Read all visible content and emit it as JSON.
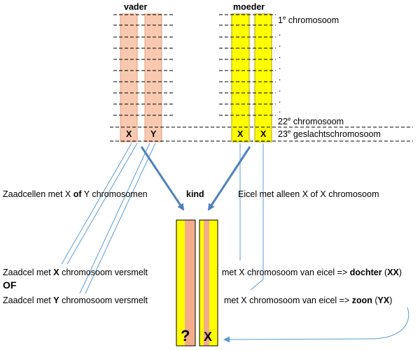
{
  "labels": {
    "father": "vader",
    "mother": "moeder",
    "child": "kind"
  },
  "chromosome_labels": {
    "first_num": "1",
    "first_sup": "e",
    "first_text": "chromosoom",
    "dot": ".",
    "c22_num": "22",
    "c22_sup": "e",
    "c22_text": "chromosoom",
    "c23_num": "23",
    "c23_sup": "e",
    "c23_text": "geslachtschromosoom"
  },
  "sex_chromosomes": {
    "father_left": "X",
    "father_right": "Y",
    "mother_left": "X",
    "mother_right": "X",
    "child_left": "?",
    "child_right": "X"
  },
  "descriptions": {
    "sperm_cells_pre": "Zaadcellen met X ",
    "sperm_cells_of": "of",
    "sperm_cells_post": " Y chromosomen",
    "egg_cell": "Eicel met alleen X of X chromosoom",
    "line1_pre": "Zaadcel met ",
    "line1_bold": "X",
    "line1_post": " chromosoom  versmelt",
    "line1_mid": "met X chromosoom  van eicel => ",
    "line1_result": "dochter",
    "line1_paren_open": " (",
    "line1_code": "XX",
    "line1_paren_close": ")",
    "or_word": "OF",
    "line2_pre": "Zaadcel met ",
    "line2_bold": "Y",
    "line2_post": " chromosoom  versmelt",
    "line2_mid": "met X chromosoom  van eicel =>  ",
    "line2_result": "zoon",
    "line2_paren_open": "     (",
    "line2_code": "YX",
    "line2_paren_close": ")"
  },
  "colors": {
    "father_chromosome": "#f8c9b0",
    "father_edge": "#e0a080",
    "mother_chromosome": "#ffff00",
    "mother_edge": "#b0a000",
    "child_salmon": "#f5ac8a",
    "line_blue": "#5b9bd5",
    "arrow_blue": "#4f81bd"
  }
}
